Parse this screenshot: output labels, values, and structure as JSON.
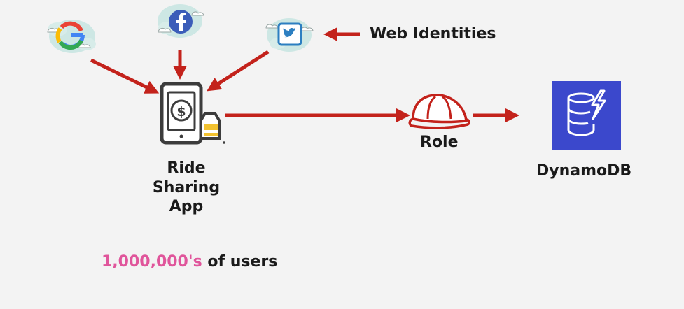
{
  "labels": {
    "web_identities": "Web Identities",
    "role": "Role",
    "dynamodb": "DynamoDB",
    "app_line1": "Ride",
    "app_line2": "Sharing",
    "app_line3": "App",
    "users_count": "1,000,000's",
    "users_rest": " of users"
  },
  "icons": [
    "google-icon",
    "facebook-icon",
    "twitter-icon",
    "ride-sharing-app-icon",
    "role-helmet-icon",
    "dynamodb-icon"
  ],
  "colors": {
    "arrow": "#c3221b",
    "highlight": "#e0559b",
    "dynamodb_bg": "#3b48cc",
    "cloud": "#cde7e4",
    "background": "#f3f3f3"
  }
}
